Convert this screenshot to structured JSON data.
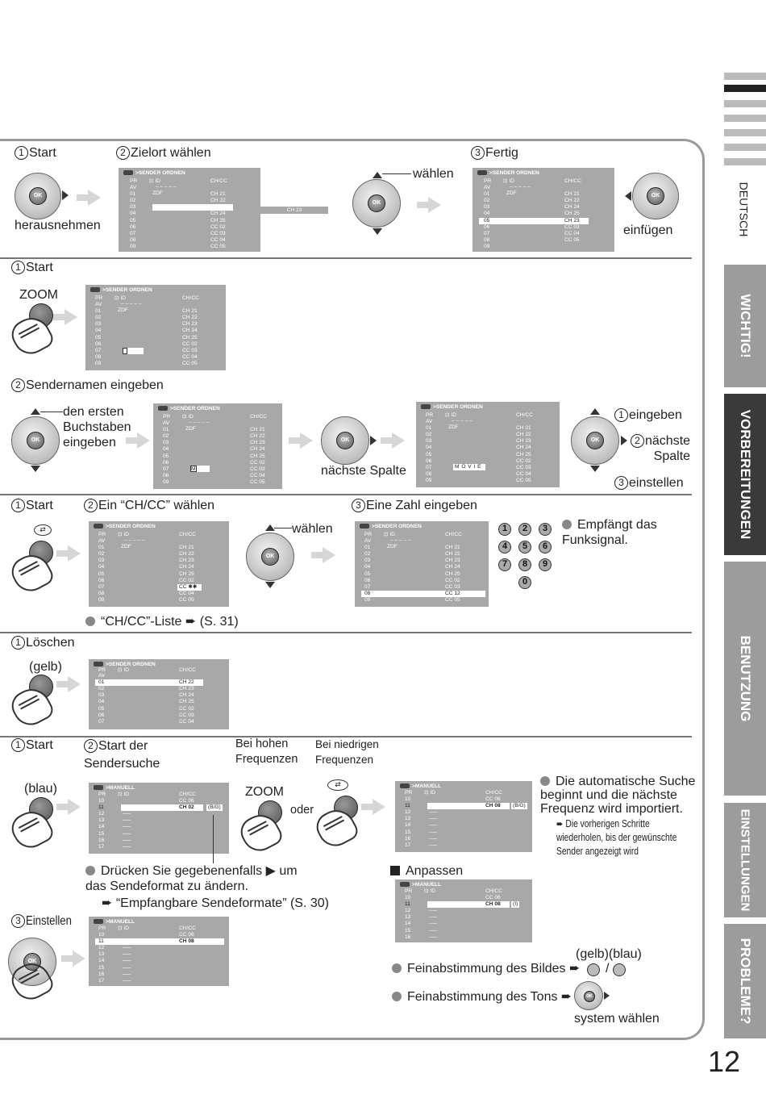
{
  "side": {
    "language": "DEUTSCH",
    "tabs": [
      "WICHTIG!",
      "VORBEREITUNGEN",
      "BENUTZUNG",
      "EINSTELLUNGEN",
      "PROBLEME?"
    ],
    "page_number": "12"
  },
  "s1": {
    "step1": "Start",
    "step2": "Zielort wählen",
    "step3": "Fertig",
    "remove": "herausnehmen",
    "select": "wählen",
    "insert": "einfügen",
    "floating_ch": "CH 23"
  },
  "s2": {
    "step1": "Start",
    "zoom": "ZOOM"
  },
  "s3": {
    "step2": "Sendernamen eingeben",
    "first_letter": "den ersten\nBuchstaben\neingeben",
    "next_column": "nächste Spalte",
    "enter": "eingeben",
    "next": "nächste\nSpalte",
    "set": "einstellen",
    "name_entry": "MOVIE"
  },
  "s4": {
    "step1": "Start",
    "step2": "Ein “CH/CC” wählen",
    "step3": "Eine Zahl eingeben",
    "select": "wählen",
    "receive": "Empfängt das\nFunksignal.",
    "list_ref": "“CH/CC”-Liste ➨ (S. 31)",
    "keys": [
      "1",
      "2",
      "3",
      "4",
      "5",
      "6",
      "7",
      "8",
      "9",
      "0"
    ],
    "cc_entry": "CC ✱✱",
    "cc_new": "CC 12"
  },
  "s5": {
    "step1": "Löschen",
    "yellow": "(gelb)"
  },
  "s6": {
    "step1": "Start",
    "step2": "Start der\nSendersuche",
    "high": "Bei hohen\nFrequenzen",
    "low": "Bei niedrigen\nFrequenzen",
    "blue": "(blau)",
    "zoom": "ZOOM",
    "or": "oder",
    "auto_search": "Die automatische Suche\nbeginnt und die nächste\nFrequenz wird importiert.",
    "repeat": "➨ Die vorherigen Schritte\nwiederholen, bis der gewünschte\nSender angezeigt wird",
    "press": "Drücken Sie gegebenenfalls ▶ um\ndas Sendeformat zu ändern.",
    "formats_ref": "➨ “Empfangbare Sendeformate” (S. 30)",
    "adjust": "Anpassen",
    "step3": "Einstellen",
    "yellow_blue": "(gelb)(blau)",
    "fine_picture": "Feinabstimmung des Bildes ➨",
    "slash": "/",
    "fine_sound": "Feinabstimmung des Tons ➨",
    "system": "system wählen"
  },
  "screen_sort": {
    "header": ">SENDER ORDNEN",
    "col_pr": "PR",
    "col_id": "⊡ ID",
    "col_ch": "CH/CC",
    "rows": [
      [
        "AV",
        "",
        ""
      ],
      [
        "01",
        "ZDF",
        "CH 21"
      ],
      [
        "02",
        "",
        "CH 22"
      ],
      [
        "03",
        "",
        "CH 23"
      ],
      [
        "04",
        "",
        "CH 24"
      ],
      [
        "05",
        "",
        "CH 25"
      ],
      [
        "06",
        "",
        "CC 02"
      ],
      [
        "07",
        "",
        "CC 03"
      ],
      [
        "08",
        "",
        "CC 04"
      ],
      [
        "09",
        "",
        "CC 05"
      ]
    ]
  },
  "screen_manual": {
    "header": ">MANUELL",
    "col_pr": "PR",
    "col_id": "⊡ ID",
    "col_ch": "CH/CC",
    "rows": [
      [
        "10",
        "",
        "CC 06"
      ],
      [
        "11",
        "",
        "CH 02"
      ],
      [
        "12",
        "------",
        ""
      ],
      [
        "13",
        "------",
        ""
      ],
      [
        "14",
        "------",
        ""
      ],
      [
        "15",
        "------",
        ""
      ],
      [
        "16",
        "------",
        ""
      ],
      [
        "17",
        "------",
        ""
      ]
    ],
    "bg": "(B/G)",
    "i": "(I)",
    "ch08": "CH 08"
  },
  "colors": {
    "screen_bg": "#a8a8a8",
    "tab_dark": "#3a3a3a",
    "tab_light": "#9c9c9c"
  }
}
